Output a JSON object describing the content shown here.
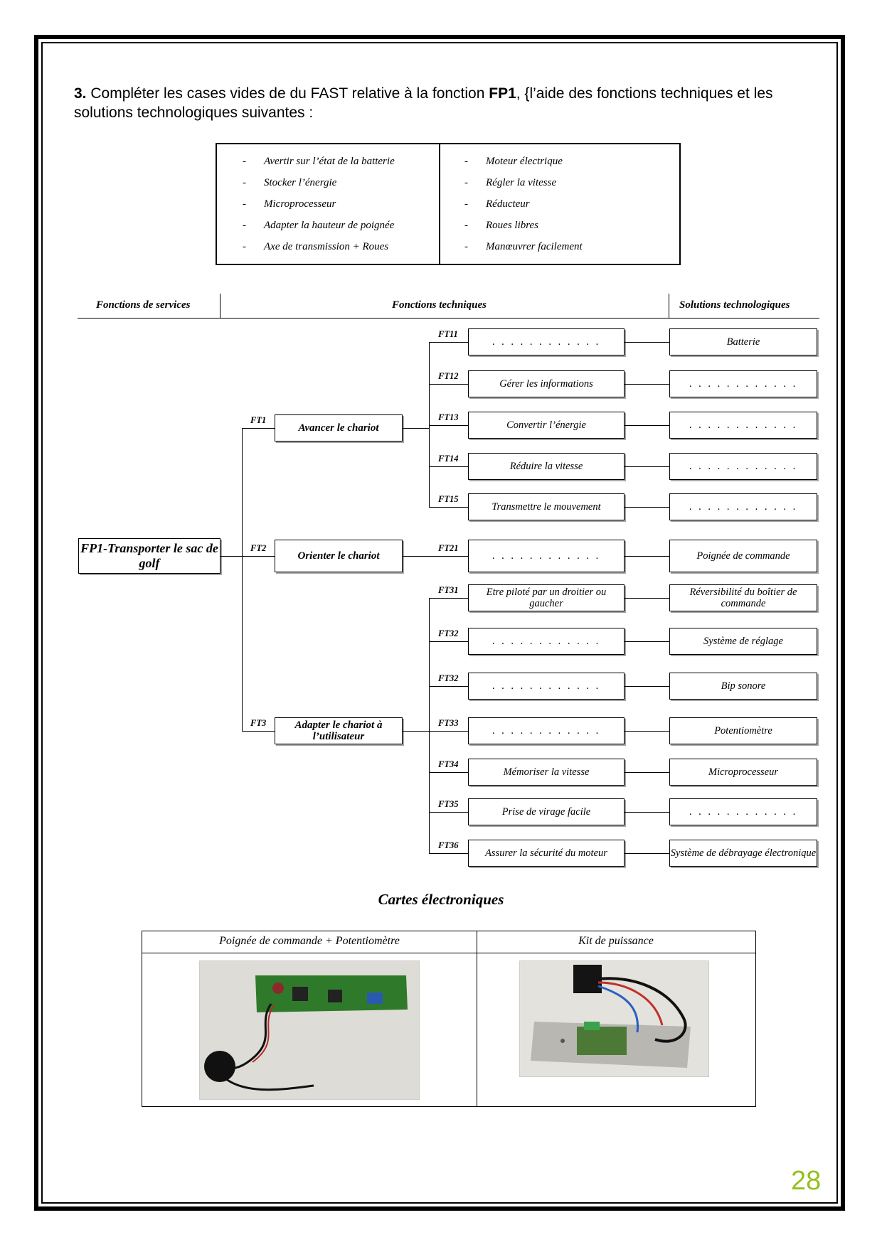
{
  "instruction": {
    "number": "3.",
    "text_before": " Compléter les cases vides de du FAST relative à la fonction ",
    "fp": "FP1",
    "text_after": ", {l’aide des fonctions techniques et les solutions technologiques suivantes :"
  },
  "solutions_list": {
    "left": [
      "Avertir sur l’état de la batterie",
      "Stocker l’énergie",
      "Microprocesseur",
      "Adapter la hauteur de poignée",
      "Axe de transmission + Roues"
    ],
    "right": [
      "Moteur électrique",
      "Régler la vitesse",
      "Réducteur",
      "Roues libres",
      "Manœuvrer facilement"
    ],
    "dash": "-"
  },
  "fast": {
    "headers": {
      "services": "Fonctions de services",
      "techniques": "Fonctions techniques",
      "solutions": "Solutions technologiques"
    },
    "fp": "FP1-Transporter le sac de golf",
    "ft_level1": [
      {
        "id": "FT1",
        "label": "Avancer le chariot"
      },
      {
        "id": "FT2",
        "label": "Orienter le chariot"
      },
      {
        "id": "FT3",
        "label": "Adapter le chariot à l’utilisateur"
      }
    ],
    "blank": ". . . . . . . . . . . .",
    "rows": [
      {
        "id": "FT11",
        "function": "",
        "solution": "Batterie"
      },
      {
        "id": "FT12",
        "function": "Gérer les informations",
        "solution": ""
      },
      {
        "id": "FT13",
        "function": "Convertir  l’énergie",
        "solution": ""
      },
      {
        "id": "FT14",
        "function": "Réduire la vitesse",
        "solution": ""
      },
      {
        "id": "FT15",
        "function": "Transmettre le mouvement",
        "solution": ""
      },
      {
        "id": "FT21",
        "function": "",
        "solution": "Poignée de commande"
      },
      {
        "id": "FT31",
        "function": "Etre piloté par un droitier ou gaucher",
        "solution": "Réversibilité du boîtier de commande"
      },
      {
        "id": "FT32",
        "function": "",
        "solution": "Système de réglage"
      },
      {
        "id": "FT32",
        "function": "",
        "solution": "Bip sonore"
      },
      {
        "id": "FT33",
        "function": "",
        "solution": "Potentiomètre"
      },
      {
        "id": "FT34",
        "function": "Mémoriser la vitesse",
        "solution": "Microprocesseur"
      },
      {
        "id": "FT35",
        "function": "Prise de virage facile",
        "solution": ""
      },
      {
        "id": "FT36",
        "function": "Assurer la sécurité du moteur",
        "solution": "Système de débrayage électronique"
      }
    ]
  },
  "cartes": {
    "title": "Cartes électroniques",
    "col1": "Poignée de commande + Potentiomètre",
    "col2": "Kit de puissance"
  },
  "page_number": "28"
}
